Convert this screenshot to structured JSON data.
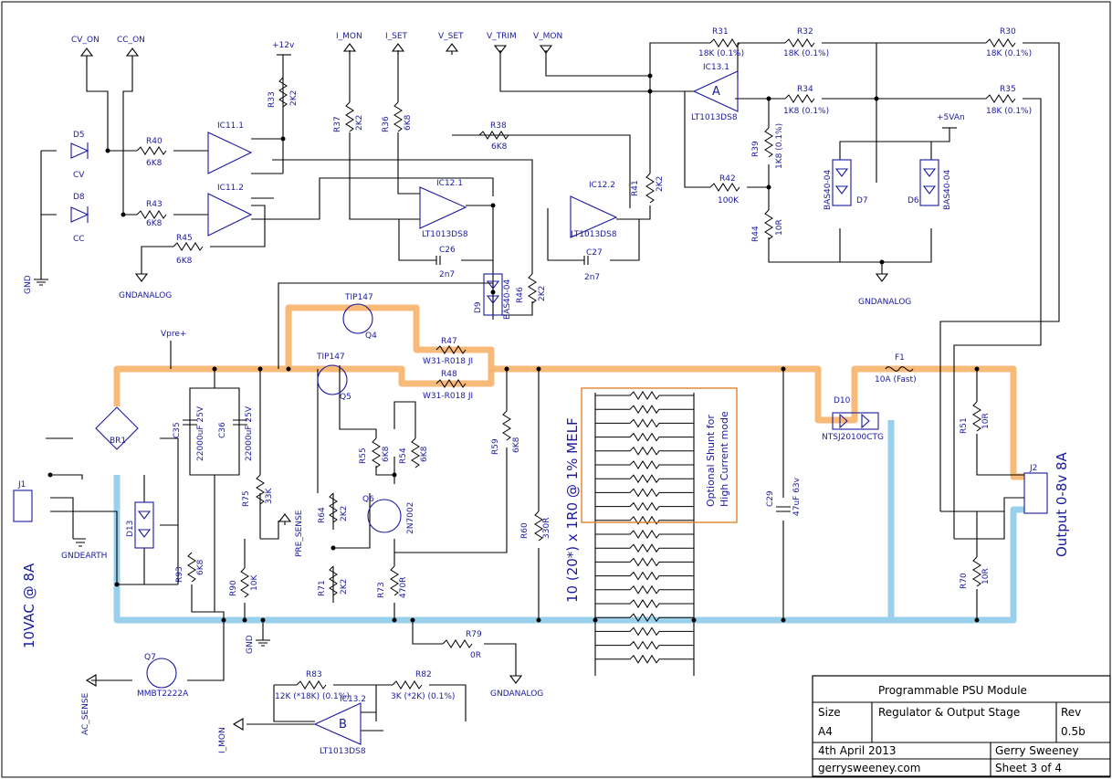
{
  "nets": {
    "cv_on": "CV_ON",
    "cc_on": "CC_ON",
    "plus12v": "+12v",
    "i_mon": "I_MON",
    "i_set": "I_SET",
    "v_set": "V_SET",
    "v_trim": "V_TRIM",
    "v_mon": "V_MON",
    "plus5van": "+5VAn",
    "gnd": "GND",
    "gndanalog": "GNDANALOG",
    "gndearth": "GNDEARTH",
    "vpre": "Vpre+",
    "pre_sense": "PRE_SENSE",
    "ac_sense": "AC_SENSE"
  },
  "components": {
    "r31": {
      "ref": "R31",
      "value": "18K (0.1%)"
    },
    "r32": {
      "ref": "R32",
      "value": "18K (0.1%)"
    },
    "r30": {
      "ref": "R30",
      "value": "18K (0.1%)"
    },
    "r34": {
      "ref": "R34",
      "value": "1K8 (0.1%)"
    },
    "r35": {
      "ref": "R35",
      "value": "18K (0.1%)"
    },
    "r39": {
      "ref": "R39",
      "value": "1K8 (0.1%)"
    },
    "r33": {
      "ref": "R33",
      "value": "2K2"
    },
    "r37": {
      "ref": "R37",
      "value": "2K2"
    },
    "r36": {
      "ref": "R36",
      "value": "6K8"
    },
    "r38": {
      "ref": "R38",
      "value": "6K8"
    },
    "r40": {
      "ref": "R40",
      "value": "6K8"
    },
    "r43": {
      "ref": "R43",
      "value": "6K8"
    },
    "r45": {
      "ref": "R45",
      "value": "6K8"
    },
    "r41": {
      "ref": "R41",
      "value": "2K2"
    },
    "r42": {
      "ref": "R42",
      "value": "100K"
    },
    "r44": {
      "ref": "R44",
      "value": "10R"
    },
    "r46": {
      "ref": "R46",
      "value": "2K2"
    },
    "r47": {
      "ref": "R47",
      "value": "W31-R018 JI"
    },
    "r48": {
      "ref": "R48",
      "value": "W31-R018 JI"
    },
    "r54": {
      "ref": "R54",
      "value": "6K8"
    },
    "r55": {
      "ref": "R55",
      "value": "6K8"
    },
    "r59": {
      "ref": "R59",
      "value": "6K8"
    },
    "r60": {
      "ref": "R60",
      "value": "330R"
    },
    "r64": {
      "ref": "R64",
      "value": "2K2"
    },
    "r71": {
      "ref": "R71",
      "value": "2K2"
    },
    "r73": {
      "ref": "R73",
      "value": "470R"
    },
    "r75": {
      "ref": "R75",
      "value": "33K"
    },
    "r90": {
      "ref": "R90",
      "value": "10K"
    },
    "r93": {
      "ref": "R93",
      "value": "6K8"
    },
    "r79": {
      "ref": "R79",
      "value": "0R"
    },
    "r83": {
      "ref": "R83",
      "value": "12K (*18K) (0.1%)"
    },
    "r82": {
      "ref": "R82",
      "value": "3K (*2K) (0.1%)"
    },
    "r51": {
      "ref": "R51",
      "value": "10R"
    },
    "r70": {
      "ref": "R70",
      "value": "10R"
    },
    "ic11_1": {
      "ref": "IC11.1"
    },
    "ic11_2": {
      "ref": "IC11.2"
    },
    "ic12_1": {
      "ref": "IC12.1",
      "value": "LT1013DS8"
    },
    "ic12_2": {
      "ref": "IC12.2",
      "value": "LT1013DS8"
    },
    "ic13_1": {
      "ref": "IC13.1",
      "value": "LT1013DS8",
      "unit": "A"
    },
    "ic13_2": {
      "ref": "IC13.2",
      "value": "LT1013DS8",
      "unit": "B"
    },
    "c26": {
      "ref": "C26",
      "value": "2n7"
    },
    "c27": {
      "ref": "C27",
      "value": "2n7"
    },
    "c35": {
      "ref": "C35",
      "value": "22000uF 25V"
    },
    "c36": {
      "ref": "C36",
      "value": "22000uF 25V"
    },
    "c29": {
      "ref": "C29",
      "value": "47uF 63v"
    },
    "d5": {
      "ref": "D5",
      "label": "CV"
    },
    "d8": {
      "ref": "D8",
      "label": "CC"
    },
    "d9": {
      "ref": "D9",
      "value": "BAS40-04"
    },
    "d7": {
      "ref": "D7",
      "value": "BAS40-04"
    },
    "d6": {
      "ref": "D6",
      "value": "BAS40-04"
    },
    "d13": {
      "ref": "D13"
    },
    "d10": {
      "ref": "D10",
      "value": "NTSJ20100CTG"
    },
    "f1": {
      "ref": "F1",
      "value": "10A (Fast)"
    },
    "q4": {
      "ref": "Q4",
      "value": "TIP147"
    },
    "q5": {
      "ref": "Q5",
      "value": "TIP147"
    },
    "q6": {
      "ref": "Q6",
      "value": "2N7002"
    },
    "q7": {
      "ref": "Q7",
      "value": "MMBT2222A"
    },
    "br1": {
      "ref": "BR1"
    },
    "j1": {
      "ref": "J1"
    },
    "j2": {
      "ref": "J2"
    }
  },
  "annotations": {
    "shunt_array": "10 (20*) x 1R0 @ 1% MELF",
    "optional_shunt_l1": "Optional Shunt for",
    "optional_shunt_l2": "High Current mode",
    "input_rating": "10VAC @ 8A",
    "output_rating": "Output 0-8v 8A"
  },
  "title_block": {
    "title": "Programmable PSU Module",
    "size_label": "Size",
    "size": "A4",
    "subtitle": "Regulator & Output Stage",
    "rev_label": "Rev",
    "rev": "0.5b",
    "date": "4th April 2013",
    "author": "Gerry Sweeney",
    "website": "gerrysweeney.com",
    "sheet": "Sheet 3 of 4"
  },
  "colors": {
    "highlight_positive": "#f7b26a",
    "highlight_ground": "#8ecbea",
    "symbol": "#1a1aa0"
  }
}
